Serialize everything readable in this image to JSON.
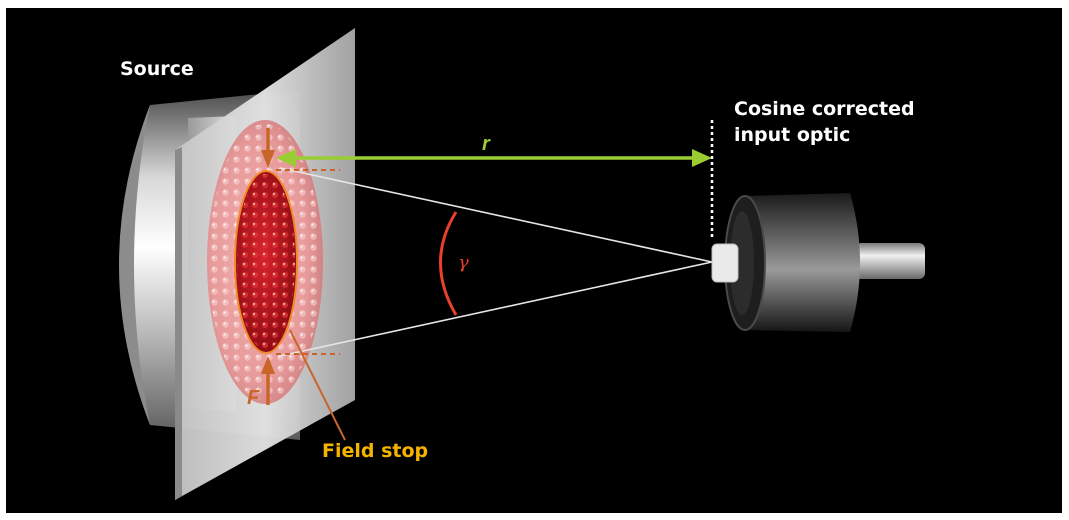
{
  "labels": {
    "source": "Source",
    "optic_line1": "Cosine corrected",
    "optic_line2": "input optic",
    "distance": "r",
    "angle": "γ",
    "field_stop": "Field stop",
    "field_symbol": "F"
  },
  "colors": {
    "background": "#000000",
    "distance_arrow": "#9acd32",
    "field_stop_label": "#f5b400",
    "field_arrows": "#c8662a",
    "angle_arc": "#e8402a",
    "led_red": "#b4101e"
  }
}
